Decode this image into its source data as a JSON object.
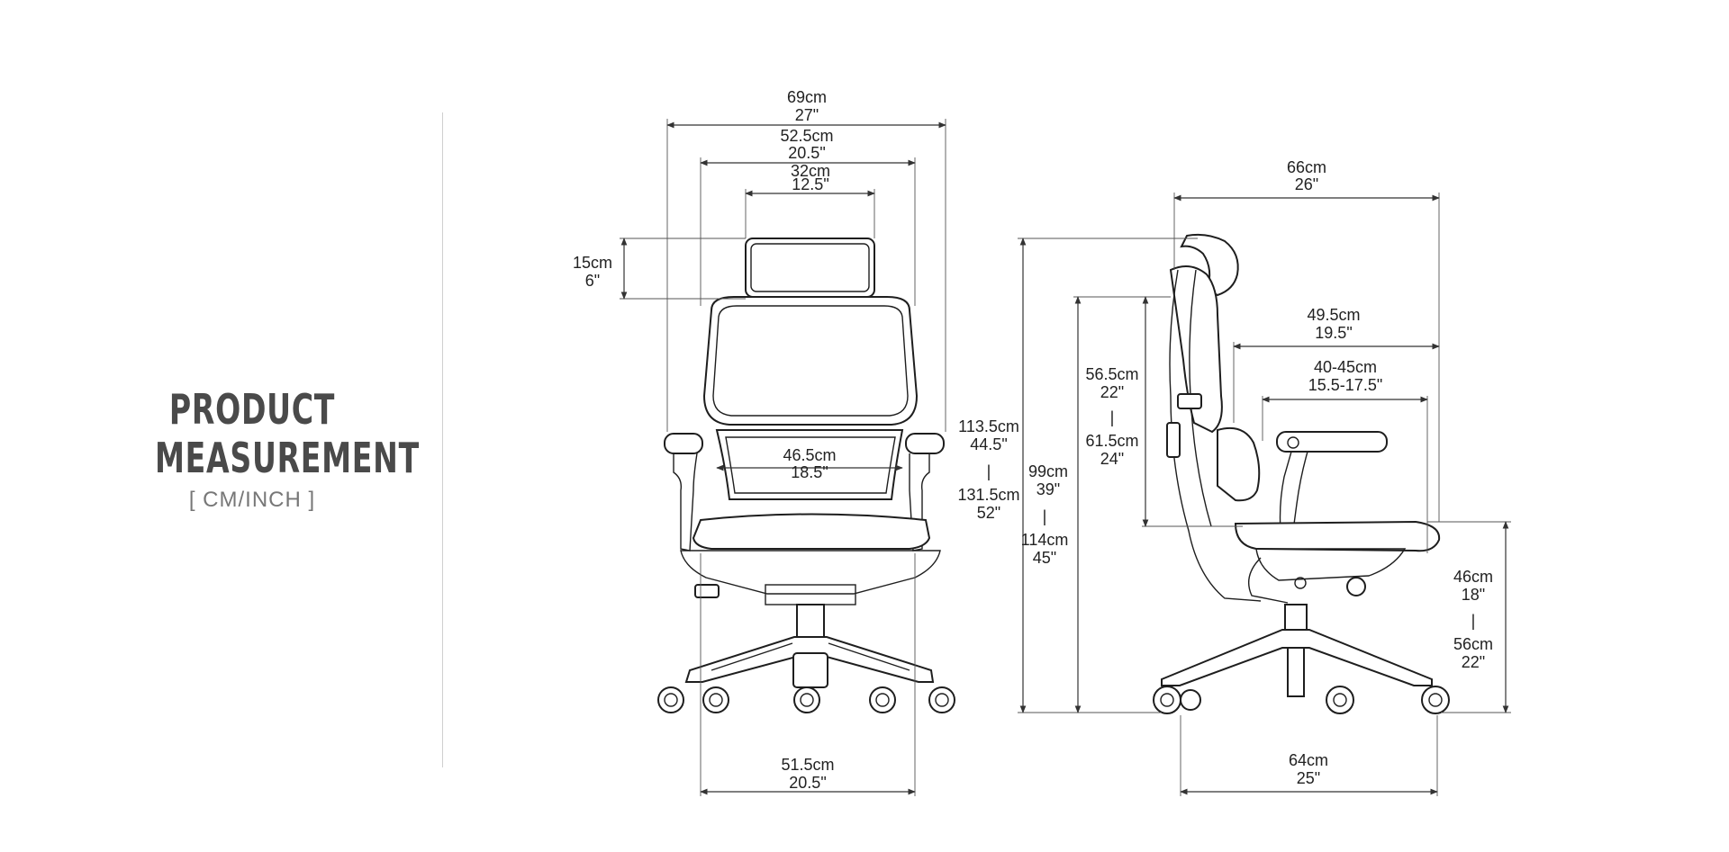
{
  "header": {
    "title_line1": "PRODUCT",
    "title_line2": "MEASUREMENT",
    "units": "[ CM/INCH ]"
  },
  "front": {
    "overall_width": {
      "cm": "69cm",
      "in": "27\""
    },
    "armrest_width": {
      "cm": "52.5cm",
      "in": "20.5\""
    },
    "headrest_width": {
      "cm": "32cm",
      "in": "12.5\""
    },
    "headrest_height": {
      "cm": "15cm",
      "in": "6\""
    },
    "seat_width": {
      "cm": "46.5cm",
      "in": "18.5\""
    },
    "base_width": {
      "cm": "51.5cm",
      "in": "20.5\""
    },
    "total_height": {
      "min_cm": "113.5cm",
      "min_in": "44.5\"",
      "sep": "|",
      "max_cm": "131.5cm",
      "max_in": "52\""
    }
  },
  "side": {
    "depth": {
      "cm": "66cm",
      "in": "26\""
    },
    "back_height": {
      "min_cm": "99cm",
      "min_in": "39\"",
      "sep": "|",
      "max_cm": "114cm",
      "max_in": "45\""
    },
    "backrest_height": {
      "min_cm": "56.5cm",
      "min_in": "22\"",
      "sep": "|",
      "max_cm": "61.5cm",
      "max_in": "24\""
    },
    "seat_depth": {
      "cm": "49.5cm",
      "in": "19.5\""
    },
    "seat_depth_adjust": {
      "cm": "40-45cm",
      "in": "15.5-17.5\""
    },
    "seat_height": {
      "min_cm": "46cm",
      "min_in": "18\"",
      "sep": "|",
      "max_cm": "56cm",
      "max_in": "22\""
    },
    "base_depth": {
      "cm": "64cm",
      "in": "25\""
    }
  }
}
